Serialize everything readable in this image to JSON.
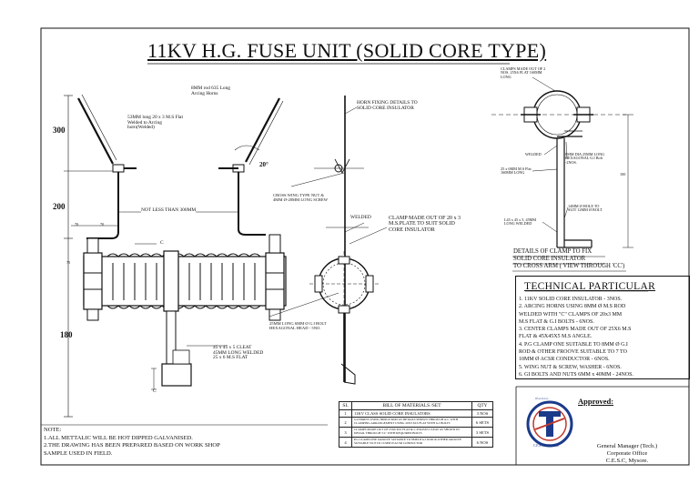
{
  "title": "11KV H.G. FUSE UNIT (SOLID CORE TYPE)",
  "labels": {
    "horn_rod": [
      "8MM rod 635 Long",
      "Arcing Horns"
    ],
    "flat_weld": [
      "53MM long 20 x 3 M.S Flat",
      "Welded to Arcing",
      "horn(Welded)"
    ],
    "angle": "20°",
    "dim_300": "300",
    "dim_200": "200",
    "dim_180": "180",
    "dim_70a": "70",
    "dim_70b": "70",
    "dim_75": "75",
    "not_less": "NOT LESS THAN 300MM",
    "section_c1": "C",
    "section_c2": "C",
    "cleat": [
      "45 x 45 x 5 CLEAT",
      "45MM LONG WELDED",
      "25 x 6 M.S FLAT"
    ],
    "horn_fixing": [
      "HORN FIXING DETAILS TO",
      "SOLID CORE INSULATOR"
    ],
    "cross_wing": [
      "CROSS WING TYPE NUT &",
      "4MM Ø-20MM LONG SCREW"
    ],
    "welded": "WELDED",
    "clamp_made": [
      "CLAMP MADE OUT OF 20 x 3",
      "M.S.PLATE TO SUIT SOLID",
      "CORE INSULATOR"
    ],
    "bolt_25": [
      "25MM LONG 6MM Ø G.I BOLT",
      "HEXAGONAL HEAD - 5NO."
    ],
    "clamps_made_2": [
      "CLAMPS MADE OUT OF 2",
      "NOS. 25X6 FLAT 160MM",
      "LONG"
    ],
    "welded_2": "WELDED",
    "gi_bolt": [
      "8MM DIA 25MM LONG",
      "HEXAGONAL G.I Bolt",
      "-2NOS."
    ],
    "flat_160": [
      "25 x 6MM M.S Flat",
      "160MM LONG"
    ],
    "hole": [
      "14MM Ø HOLE TO",
      "SUIT 12MM Ø BOLT"
    ],
    "angle_45": [
      "L45 x 45 x 5, 45MM",
      "LONG WELDED"
    ],
    "dim_100": "100",
    "clamp_details": [
      "DETAILS OF CLAMP TO FIX",
      "SOLID CORE INSULATOR",
      "TO CROSS ARM ( VIEW THROUGH 'CC')"
    ]
  },
  "technical": {
    "title": "TECHNICAL PARTICULAR",
    "items": [
      "1. 11KV SOLID CORE INSULATOR - 3NOS.",
      "2. ARCING HORNS USING 8MM Ø M.S ROD",
      "    WELDED WITH \"C\" CLAMPS OF 20x3 MM",
      "    M.S FLAT & G.I BOLTS - 6NOS.",
      "3. CENTER CLAMPS MADE OUT OF 25X6 M.S",
      "    FLAT & 45X45X5 M.S ANGLE.",
      "4. P.G CLAMP ONE SUITABLE TO 8MM Ø G.I",
      "    ROD & OTHER FROOVE SUITABLE TO 7 TO",
      "    10MM Ø ACSR CONDUCTOR - 6NOS.",
      "5. WING NUT & SCREW, WASHER - 6NOS.",
      "6. GI BOLTS AND NUTS 6MM x 40MM - 24NOS."
    ]
  },
  "bom": {
    "head": [
      "SL",
      "BILL OF MATERIALS /SET",
      "QTY"
    ],
    "rows": [
      [
        "1",
        "11KV CLASS SOLID CORE INSULATORS",
        "3 NOS"
      ],
      [
        "2",
        "G.I.HORNS USING 8MM Ø ROD AS DETAILS SHOWN THROUGH A-C WITH CLAMPING ARRANGEMENT USING 20X3 M.S FLAT WITH G.I BOLTS",
        "6 SETS"
      ],
      [
        "3",
        "CLAMPS MADE OUT OF 25X6 M.S FLAT & L 45X45X5 CLEAT AS SHOWN IN DETAIL THROUGH 'CC' WITH REQUIRED BOLTS",
        "3 SETS"
      ],
      [
        "4",
        "P.G CLAMP ONE GROOVE SUITABLE TO 8MM Ø G.I ROD & OTHER GROOVE SUITABLE TO 8 TO 10 MM Ø ACSR CONDUCTOR",
        "6 NOS"
      ]
    ]
  },
  "notes": {
    "heading": "NOTE:",
    "items": [
      "1.ALL METTALIC WILL BE HOT DIPPED GALVANISED.",
      "2.THE DRAWING HAS BEEN PREPARED BASED ON WORK SHOP",
      "   SAMPLE USED IN FIELD."
    ]
  },
  "approval": {
    "approved": "Approved:",
    "signatory": [
      "General Manager (Tech.)",
      "Corporate Office",
      "C.E.S.C, Mysore."
    ]
  },
  "logo": {
    "top": "ಚೆ.ವಿ.ಸ.ನಿ.ನಿ",
    "bottom": "C.E.S.C. MYSORE"
  }
}
